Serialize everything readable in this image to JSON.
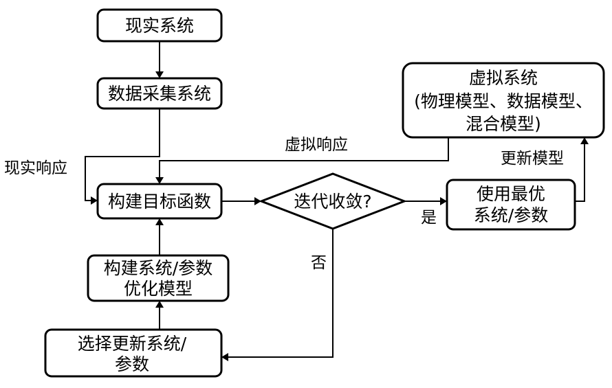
{
  "colors": {
    "stroke": "#000000",
    "background": "#ffffff"
  },
  "nodes": {
    "real_system": {
      "label": "现实系统"
    },
    "data_acquisition": {
      "label": "数据采集系统"
    },
    "build_objective": {
      "label": "构建目标函数"
    },
    "build_optimization": {
      "line1": "构建系统/参数",
      "line2": "优化模型"
    },
    "select_update": {
      "line1": "选择更新系统/",
      "line2": "参数"
    },
    "converged": {
      "label": "迭代收敛?"
    },
    "use_optimal": {
      "line1": "使用最优",
      "line2": "系统/参数"
    },
    "virtual_system": {
      "line1": "虚拟系统",
      "line2": "(物理模型、数据模型、",
      "line3": "混合模型)"
    }
  },
  "edge_labels": {
    "real_response": "现实响应",
    "virtual_response": "虚拟响应",
    "update_model": "更新模型",
    "yes": "是",
    "no": "否"
  }
}
